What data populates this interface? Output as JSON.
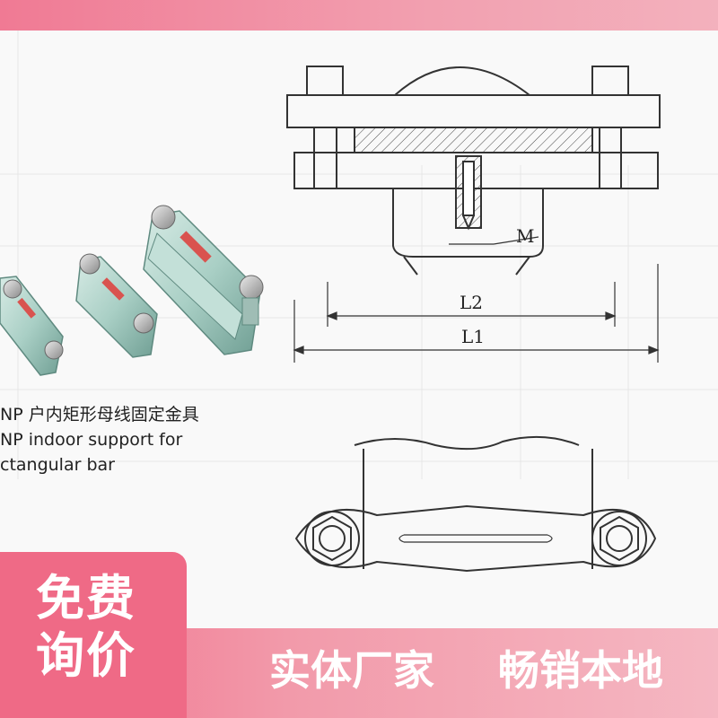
{
  "caption": {
    "line1": "NP 户内矩形母线固定金具",
    "line2": "NP indoor support for",
    "line3": "ctangular bar"
  },
  "drawing": {
    "label_m": "M",
    "label_l2": "L2",
    "label_l1": "L1"
  },
  "promo": {
    "badge_line1": "免费",
    "badge_line2": "询价",
    "slogan_left": "实体厂家",
    "slogan_right": "畅销本地"
  },
  "colors": {
    "brand_pink": "#ef6a86",
    "product_green": "#a9cfc5",
    "drawing_line": "#333333"
  }
}
